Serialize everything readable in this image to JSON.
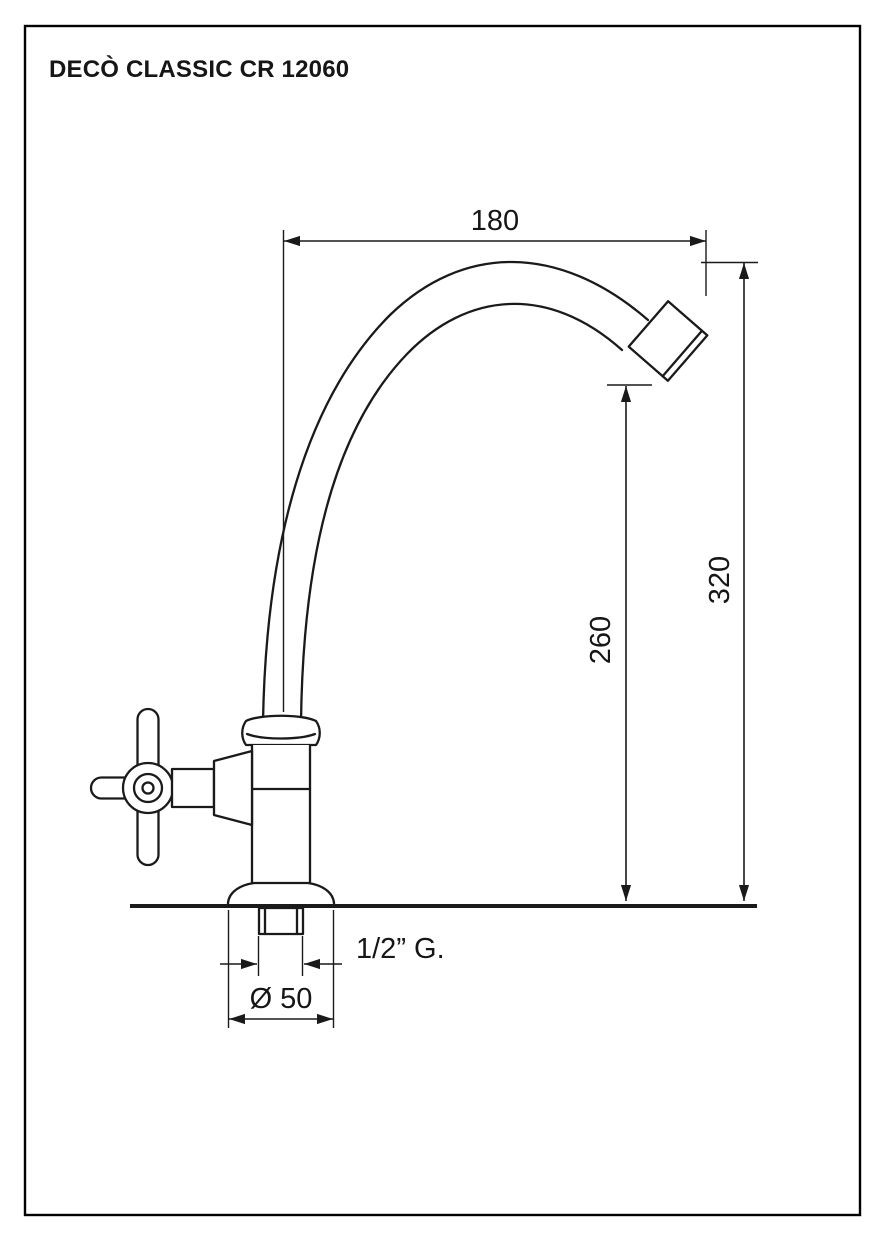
{
  "title": "DECÒ CLASSIC CR 12060",
  "dimensions": {
    "spout_reach": "180",
    "overall_height": "320",
    "outlet_height": "260",
    "thread_size": "1/2” G.",
    "base_diameter": "Ø 50"
  },
  "colors": {
    "line": "#1a1a1a",
    "frame": "#000000",
    "background": "#ffffff"
  }
}
